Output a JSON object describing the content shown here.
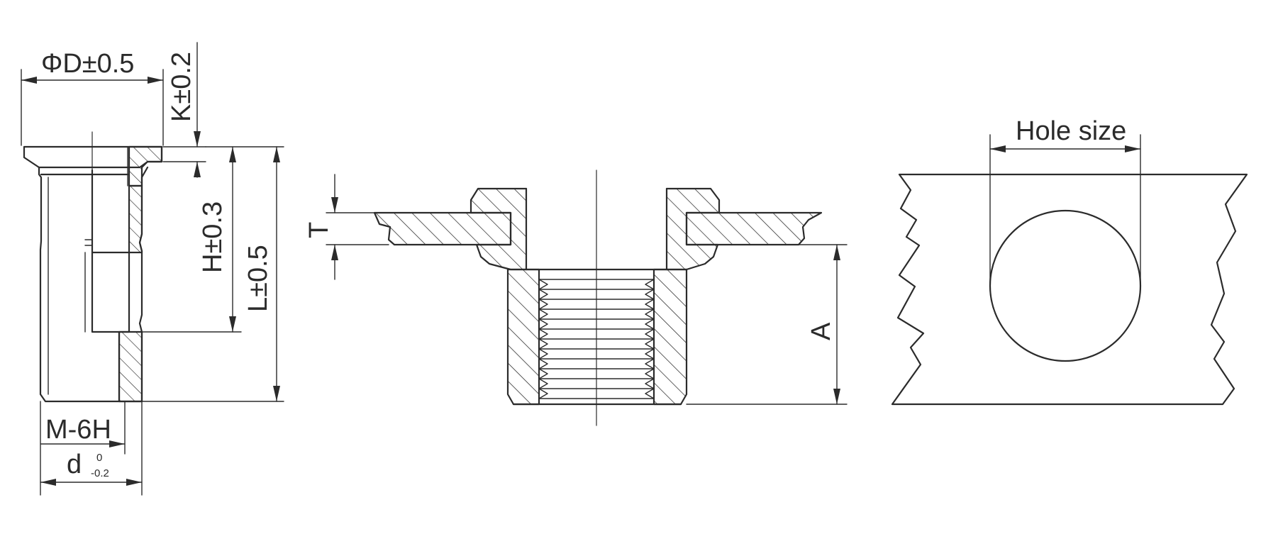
{
  "views": {
    "side_section": {
      "dim_diameter": "ΦD±0.5",
      "dim_head_thickness": "K±0.2",
      "dim_grip_height": "H±0.3",
      "dim_length": "L±0.5",
      "thread_spec": "M-6H",
      "dim_body_diameter": "d",
      "tolerance_upper": "0",
      "tolerance_lower": "-0.2"
    },
    "installed_section": {
      "dim_plate_thickness": "T",
      "dim_protrusion": "A"
    },
    "plate_view": {
      "dim_hole": "Hole size"
    }
  },
  "colors": {
    "line": "#2b2b2b",
    "background": "#ffffff"
  }
}
